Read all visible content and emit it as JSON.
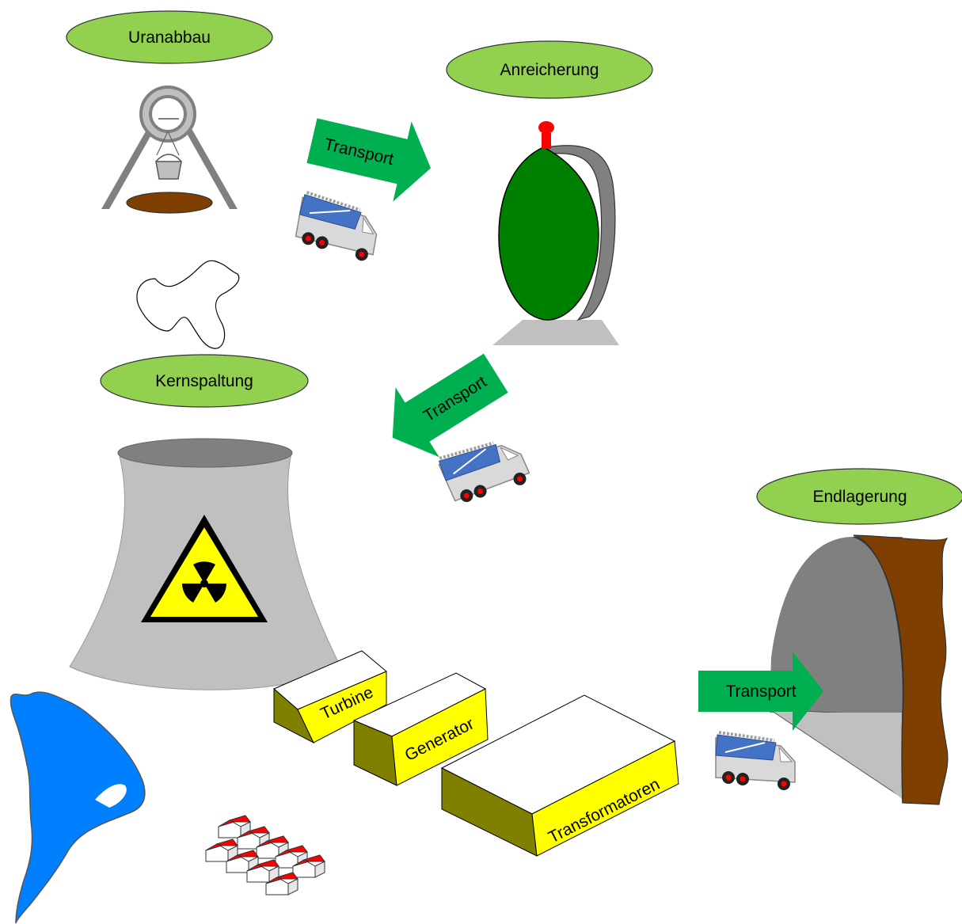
{
  "stages": {
    "mining": "Uranabbau",
    "enrichment": "Anreicherung",
    "fission": "Kernspaltung",
    "disposal": "Endlagerung"
  },
  "transport": {
    "to_enrichment": "Transport",
    "to_reactor": "Transport",
    "to_disposal": "Transport"
  },
  "plant": {
    "turbine": "Turbine",
    "generator": "Generator",
    "transformers": "Transformatoren"
  },
  "colors": {
    "label_bubble": "#92d050",
    "arrow": "#00b050",
    "plant_block": "#ffff00",
    "plant_block_side": "#808000",
    "tower": "#c0c0c0",
    "container": "#008000",
    "water": "#0080ff",
    "earth": "#7f3f00",
    "truck_cargo": "#4472c4",
    "roof": "#ff0000",
    "hazard_sign": "#ffff00"
  },
  "icons": [
    "mine-winch-icon",
    "truck-icon",
    "enrichment-tank-icon",
    "cooling-tower-icon",
    "radiation-warning-icon",
    "repository-tunnel-icon",
    "river-icon",
    "village-icon",
    "uranium-ore-icon"
  ]
}
